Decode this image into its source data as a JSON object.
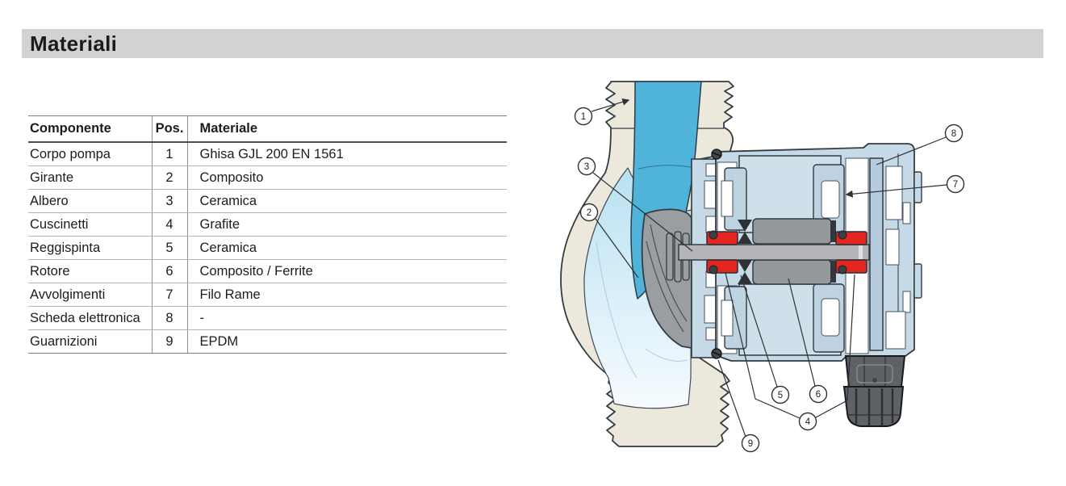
{
  "header": {
    "title": "Materiali"
  },
  "table": {
    "columns": [
      "Componente",
      "Pos.",
      "Materiale"
    ],
    "rows": [
      {
        "componente": "Corpo pompa",
        "pos": "1",
        "materiale": "Ghisa GJL 200 EN 1561"
      },
      {
        "componente": "Girante",
        "pos": "2",
        "materiale": "Composito"
      },
      {
        "componente": "Albero",
        "pos": "3",
        "materiale": "Ceramica"
      },
      {
        "componente": "Cuscinetti",
        "pos": "4",
        "materiale": "Grafite"
      },
      {
        "componente": "Reggispinta",
        "pos": "5",
        "materiale": "Ceramica"
      },
      {
        "componente": "Rotore",
        "pos": "6",
        "materiale": "Composito / Ferrite"
      },
      {
        "componente": "Avvolgimenti",
        "pos": "7",
        "materiale": "Filo Rame"
      },
      {
        "componente": "Scheda elettronica",
        "pos": "8",
        "materiale": "-"
      },
      {
        "componente": "Guarnizioni",
        "pos": "9",
        "materiale": "EPDM"
      }
    ]
  },
  "diagram": {
    "description": "Pump cross-section with numbered part callouts",
    "callouts": [
      {
        "label": "1"
      },
      {
        "label": "2"
      },
      {
        "label": "3"
      },
      {
        "label": "4"
      },
      {
        "label": "5"
      },
      {
        "label": "6"
      },
      {
        "label": "7"
      },
      {
        "label": "8"
      },
      {
        "label": "9"
      }
    ],
    "colors": {
      "header_bar": "#d2d2d2",
      "pump_body": "#ece9dc",
      "water": "#4fb3da",
      "water_light": "#bfe4f2",
      "housing": "#c5d9e6",
      "stator": "#cfe0eb",
      "winding": "#bdd3e2",
      "rotor": "#96999c",
      "shaft": "#b3b5b8",
      "bearing": "#e52520",
      "cable_gland": "#5e6266",
      "outline": "#343b42"
    }
  }
}
